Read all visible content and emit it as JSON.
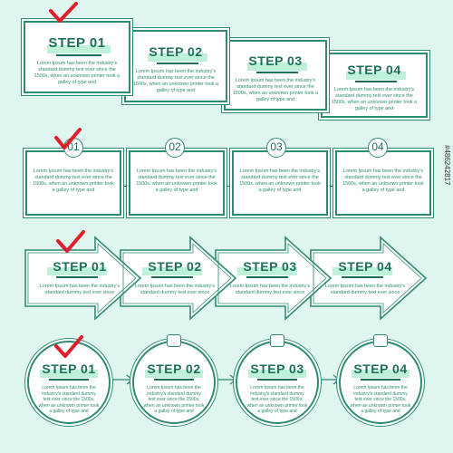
{
  "colors": {
    "accent": "#2e8b73",
    "dark": "#1f6e5b",
    "highlight": "#bff0d9",
    "check": "#e01e2b",
    "background": "#dff5ef"
  },
  "row1": {
    "steps": [
      {
        "title": "STEP 01",
        "text": "Lorem Ipsum has been the industry's standard dummy text ever since the 1500s, when an unknown printer took a galley of type and"
      },
      {
        "title": "STEP 02",
        "text": "Lorem Ipsum has been the industry's standard dummy text ever since the 1500s, when an unknown printer took a galley of type and"
      },
      {
        "title": "STEP 03",
        "text": "Lorem Ipsum has been the industry's standard dummy text ever since the 1500s, when an unknown printer took a galley of type and"
      },
      {
        "title": "STEP 04",
        "text": "Lorem Ipsum has been the industry's standard dummy text ever since the 1500s, when an unknown printer took a galley of type and"
      }
    ]
  },
  "row2": {
    "steps": [
      {
        "number": "01",
        "text": "Lorem Ipsum has been the industry's standard dummy text ever since the 1500s, when an unknown printer took a galley of type and"
      },
      {
        "number": "02",
        "text": "Lorem Ipsum has been the industry's standard dummy text ever since the 1500s, when an unknown printer took a galley of type and"
      },
      {
        "number": "03",
        "text": "Lorem Ipsum has been the industry's standard dummy text ever since the 1500s, when an unknown printer took a galley of type and"
      },
      {
        "number": "04",
        "text": "Lorem Ipsum has been the industry's standard dummy text ever since the 1500s, when an unknown printer took a galley of type and"
      }
    ]
  },
  "row3": {
    "steps": [
      {
        "title": "STEP 01",
        "text": "Lorem Ipsum has been the industry's standard dummy text ever since"
      },
      {
        "title": "STEP 02",
        "text": "Lorem Ipsum has been the industry's standard dummy text ever since"
      },
      {
        "title": "STEP 03",
        "text": "Lorem Ipsum has been the industry's standard dummy text ever since"
      },
      {
        "title": "STEP 04",
        "text": "Lorem Ipsum has been the industry's standard dummy text ever since"
      }
    ]
  },
  "row4": {
    "steps": [
      {
        "title": "STEP 01",
        "text": "Lorem Ipsum has been the industry's standard dummy text ever since the 1500s, when an unknown printer took a galley of type and"
      },
      {
        "title": "STEP 02",
        "text": "Lorem Ipsum has been the industry's standard dummy text ever since the 1500s, when an unknown printer took a galley of type and"
      },
      {
        "title": "STEP 03",
        "text": "Lorem Ipsum has been the industry's standard dummy text ever since the 1500s, when an unknown printer took a galley of type and"
      },
      {
        "title": "STEP 04",
        "text": "Lorem Ipsum has been the industry's standard dummy text ever since the 1500s, when an unknown printer took a galley of type and"
      }
    ]
  },
  "watermark": "#486242817",
  "icons": [
    "checkmark-icon",
    "arrow-right-icon"
  ]
}
